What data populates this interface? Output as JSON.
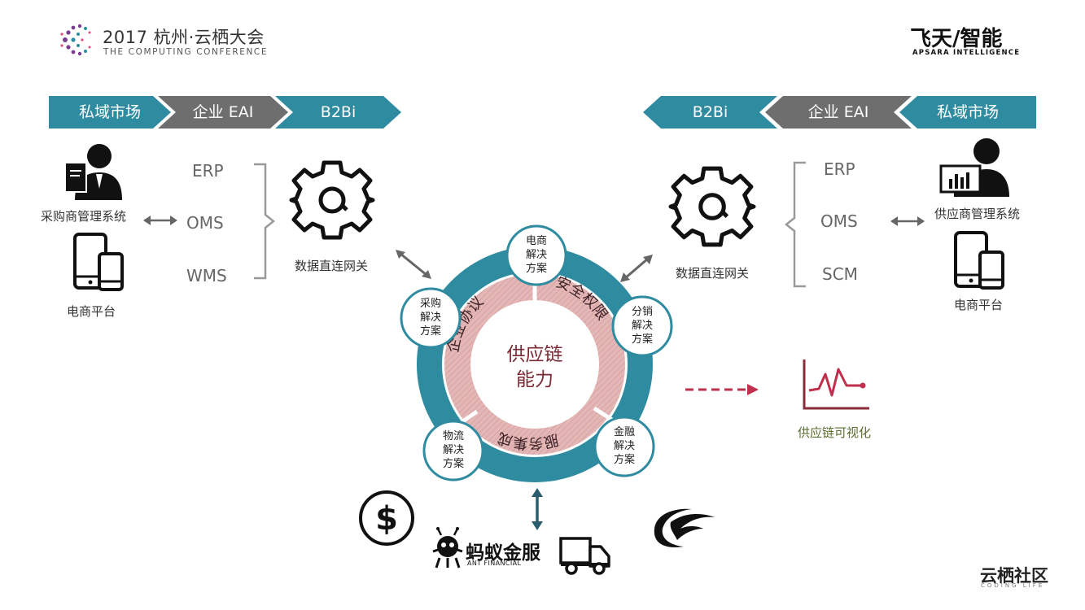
{
  "header": {
    "logo_title": "2017 杭州·云栖大会",
    "logo_subtitle": "THE COMPUTING CONFERENCE",
    "brand_main": "飞天/智能",
    "brand_sub": "APSARA INTELLIGENCE"
  },
  "left_flow": [
    "私域市场",
    "企业 EAI",
    "B2Bi"
  ],
  "right_flow": [
    "B2Bi",
    "企业 EAI",
    "私域市场"
  ],
  "left": {
    "buyer_label": "采购商管理系统",
    "ecom_label": "电商平台",
    "systems": [
      "ERP",
      "OMS",
      "WMS"
    ],
    "gateway_label": "数据直连网关"
  },
  "right": {
    "supplier_label": "供应商管理系统",
    "ecom_label": "电商平台",
    "systems": [
      "ERP",
      "OMS",
      "SCM"
    ],
    "gateway_label": "数据直连网关"
  },
  "center": {
    "core": [
      "供应链",
      "能力"
    ],
    "ring": [
      "企业协议",
      "安全权限",
      "服务集成"
    ],
    "solutions": {
      "ecommerce": [
        "电商",
        "解决",
        "方案"
      ],
      "procurement": [
        "采购",
        "解决",
        "方案"
      ],
      "distribution": [
        "分销",
        "解决",
        "方案"
      ],
      "logistics": [
        "物流",
        "解决",
        "方案"
      ],
      "finance": [
        "金融",
        "解决",
        "方案"
      ]
    }
  },
  "visualization_label": "供应链可视化",
  "partners": {
    "ant_name": "蚂蚁金服",
    "ant_sub": "ANT FINANCIAL"
  },
  "footer": {
    "community": "云栖社区",
    "community_sub": "CODING LIFE"
  },
  "colors": {
    "teal": "#2e8ba0",
    "gray": "#6e6e6e",
    "pink": "#e6b6b6",
    "maroon": "#8a2c3a",
    "red_arrow": "#c0304d"
  }
}
